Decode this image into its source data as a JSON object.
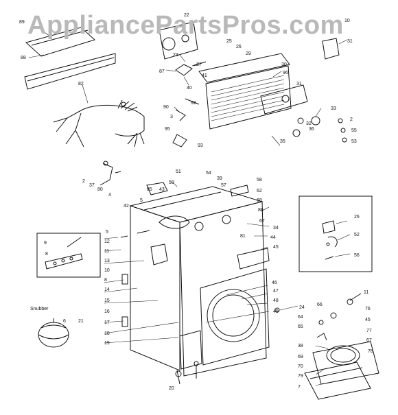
{
  "watermark": "AppliancePartsPros.com",
  "part_labels": [
    {
      "id": "p89",
      "text": "89"
    },
    {
      "id": "p88",
      "text": "88"
    },
    {
      "id": "p82",
      "text": "82"
    },
    {
      "id": "p22",
      "text": "22"
    },
    {
      "id": "p23",
      "text": "23"
    },
    {
      "id": "p25",
      "text": "25"
    },
    {
      "id": "p26",
      "text": "26"
    },
    {
      "id": "p29",
      "text": "29"
    },
    {
      "id": "p27",
      "text": "27"
    },
    {
      "id": "p87",
      "text": "87"
    },
    {
      "id": "p40",
      "text": "40"
    },
    {
      "id": "p30",
      "text": "30"
    },
    {
      "id": "p41",
      "text": "41"
    },
    {
      "id": "p96",
      "text": "96"
    },
    {
      "id": "p10",
      "text": "10"
    },
    {
      "id": "p31",
      "text": "31"
    },
    {
      "id": "p31b",
      "text": "31"
    },
    {
      "id": "p90",
      "text": "90"
    },
    {
      "id": "p3",
      "text": "3"
    },
    {
      "id": "p92",
      "text": "92"
    },
    {
      "id": "p95",
      "text": "95"
    },
    {
      "id": "p93",
      "text": "93"
    },
    {
      "id": "p33",
      "text": "33"
    },
    {
      "id": "p2",
      "text": "2"
    },
    {
      "id": "p32",
      "text": "32"
    },
    {
      "id": "p36",
      "text": "36"
    },
    {
      "id": "p35",
      "text": "35"
    },
    {
      "id": "p55",
      "text": "55"
    },
    {
      "id": "p53",
      "text": "53"
    },
    {
      "id": "p2b",
      "text": "2"
    },
    {
      "id": "p37",
      "text": "37"
    },
    {
      "id": "p80",
      "text": "80"
    },
    {
      "id": "p4",
      "text": "4"
    },
    {
      "id": "p51",
      "text": "51"
    },
    {
      "id": "p54",
      "text": "54"
    },
    {
      "id": "p50",
      "text": "50"
    },
    {
      "id": "p39",
      "text": "39"
    },
    {
      "id": "p57",
      "text": "57"
    },
    {
      "id": "p58",
      "text": "58"
    },
    {
      "id": "p85",
      "text": "85"
    },
    {
      "id": "p43",
      "text": "43"
    },
    {
      "id": "p62",
      "text": "62"
    },
    {
      "id": "p68",
      "text": "68"
    },
    {
      "id": "p5",
      "text": "5"
    },
    {
      "id": "p42",
      "text": "42"
    },
    {
      "id": "p86",
      "text": "86"
    },
    {
      "id": "p67",
      "text": "67"
    },
    {
      "id": "p34",
      "text": "34"
    },
    {
      "id": "p81",
      "text": "81"
    },
    {
      "id": "p44",
      "text": "44"
    },
    {
      "id": "p45",
      "text": "45"
    },
    {
      "id": "p26b",
      "text": "26"
    },
    {
      "id": "p52",
      "text": "52"
    },
    {
      "id": "p56",
      "text": "56"
    },
    {
      "id": "p9",
      "text": "9"
    },
    {
      "id": "p8",
      "text": "8"
    },
    {
      "id": "p5b",
      "text": "5"
    },
    {
      "id": "p12",
      "text": "12"
    },
    {
      "id": "p11",
      "text": "11"
    },
    {
      "id": "p13",
      "text": "13"
    },
    {
      "id": "p10b",
      "text": "10"
    },
    {
      "id": "p8b",
      "text": "8"
    },
    {
      "id": "p14",
      "text": "14"
    },
    {
      "id": "p15",
      "text": "15"
    },
    {
      "id": "p16",
      "text": "16"
    },
    {
      "id": "p17",
      "text": "17"
    },
    {
      "id": "p18",
      "text": "18"
    },
    {
      "id": "p19",
      "text": "19"
    },
    {
      "id": "p46",
      "text": "46"
    },
    {
      "id": "p47",
      "text": "47"
    },
    {
      "id": "p48",
      "text": "48"
    },
    {
      "id": "p49",
      "text": "49"
    },
    {
      "id": "p24",
      "text": "24"
    },
    {
      "id": "p11b",
      "text": "11"
    },
    {
      "id": "p66",
      "text": "66"
    },
    {
      "id": "p76",
      "text": "76"
    },
    {
      "id": "p64",
      "text": "64"
    },
    {
      "id": "p45b",
      "text": "45"
    },
    {
      "id": "p65",
      "text": "65"
    },
    {
      "id": "p77",
      "text": "77"
    },
    {
      "id": "p67b",
      "text": "67"
    },
    {
      "id": "p78",
      "text": "78"
    },
    {
      "id": "p38",
      "text": "38"
    },
    {
      "id": "p69",
      "text": "69"
    },
    {
      "id": "p70",
      "text": "70"
    },
    {
      "id": "p79",
      "text": "79"
    },
    {
      "id": "p7",
      "text": "7"
    },
    {
      "id": "p6",
      "text": "6"
    },
    {
      "id": "p21",
      "text": "21"
    },
    {
      "id": "p20",
      "text": "20"
    }
  ],
  "small_caption": "Snubber"
}
